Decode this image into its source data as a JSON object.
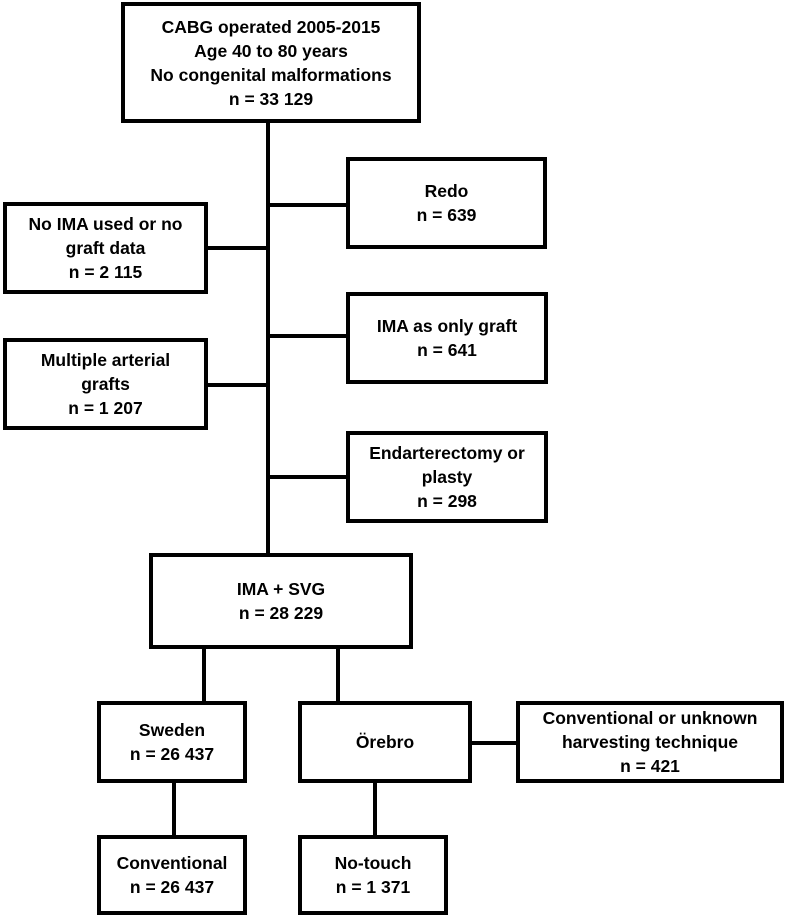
{
  "nodes": {
    "total": {
      "lines": [
        "CABG operated 2005-2015",
        "Age 40 to 80 years",
        "No congenital malformations",
        "n = 33 129"
      ]
    },
    "redo": {
      "lines": [
        "Redo",
        "n = 639"
      ]
    },
    "no_ima": {
      "lines": [
        "No IMA used or no",
        "graft data",
        "n = 2 115"
      ]
    },
    "ima_only": {
      "lines": [
        "IMA as only graft",
        "n = 641"
      ]
    },
    "multi_arterial": {
      "lines": [
        "Multiple arterial",
        "grafts",
        "n = 1 207"
      ]
    },
    "endarterectomy": {
      "lines": [
        "Endarterectomy or",
        "plasty",
        "n = 298"
      ]
    },
    "ima_svg": {
      "lines": [
        "IMA + SVG",
        "n = 28 229"
      ]
    },
    "sweden": {
      "lines": [
        "Sweden",
        "n = 26 437"
      ]
    },
    "orebro": {
      "lines": [
        "Örebro"
      ]
    },
    "conv_unknown": {
      "lines": [
        "Conventional or unknown",
        "harvesting technique",
        "n = 421"
      ]
    },
    "conventional": {
      "lines": [
        "Conventional",
        "n = 26 437"
      ]
    },
    "no_touch": {
      "lines": [
        "No-touch",
        "n = 1 371"
      ]
    }
  }
}
